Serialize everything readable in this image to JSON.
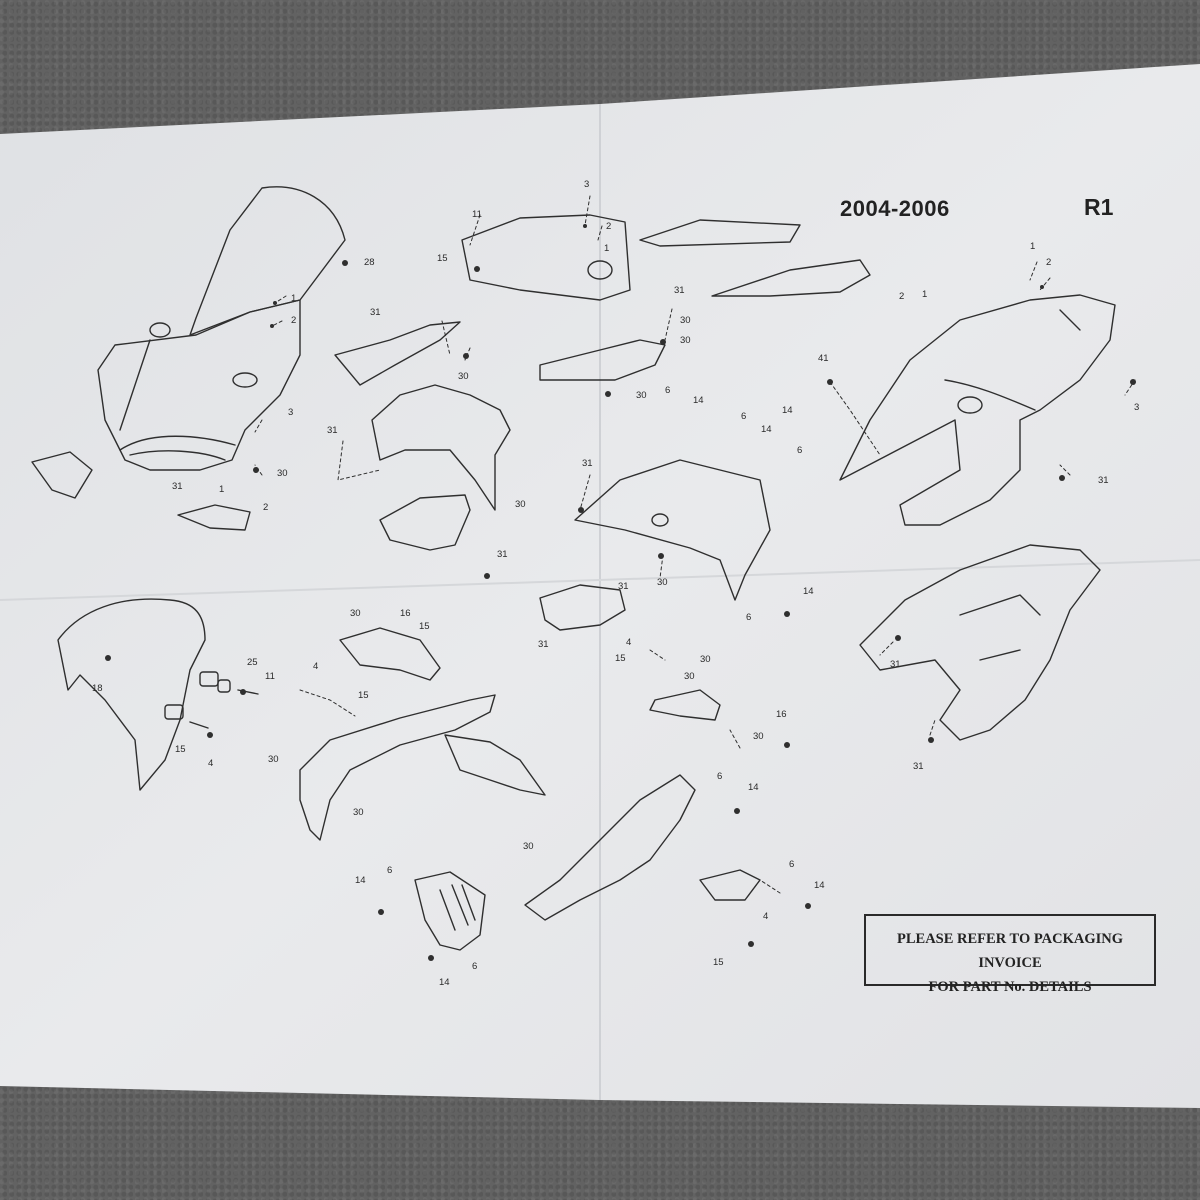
{
  "header": {
    "years": "2004-2006",
    "model": "R1"
  },
  "note": {
    "line1": "PLEASE REFER TO PACKAGING INVOICE",
    "line2": "FOR PART No. DETAILS"
  },
  "callouts": {
    "c1": "28",
    "c2": "1",
    "c3": "2",
    "c4": "3",
    "c5": "30",
    "c6": "31",
    "c7": "1",
    "c8": "2",
    "c9": "11",
    "c10": "15",
    "c11": "3",
    "c12": "2",
    "c13": "1",
    "c14": "2",
    "c15": "1",
    "c16": "31",
    "c17": "30",
    "c18": "31",
    "c19": "30",
    "c20": "30",
    "c21": "30",
    "c22": "31",
    "c23": "30",
    "c24": "6",
    "c25": "14",
    "c26": "6",
    "c27": "14",
    "c28": "14",
    "c29": "6",
    "c30": "31",
    "c31": "30",
    "c32": "14",
    "c33": "6",
    "c34": "31",
    "c35": "1",
    "c36": "2",
    "c37": "41",
    "c38": "3",
    "c39": "31",
    "c40": "30",
    "c41": "16",
    "c42": "15",
    "c43": "4",
    "c44": "15",
    "c45": "31",
    "c46": "31",
    "c47": "4",
    "c48": "15",
    "c49": "30",
    "c50": "16",
    "c51": "30",
    "c52": "30",
    "c53": "6",
    "c54": "14",
    "c55": "6",
    "c56": "14",
    "c57": "4",
    "c58": "15",
    "c59": "30",
    "c60": "30",
    "c61": "14",
    "c62": "6",
    "c63": "14",
    "c64": "6",
    "c65": "25",
    "c66": "11",
    "c67": "18",
    "c68": "15",
    "c69": "4",
    "c70": "31",
    "c71": "31",
    "c72": "30"
  },
  "colors": {
    "paper": "#e6e7e9",
    "ink": "#2a2a2a",
    "background": "#626262"
  }
}
